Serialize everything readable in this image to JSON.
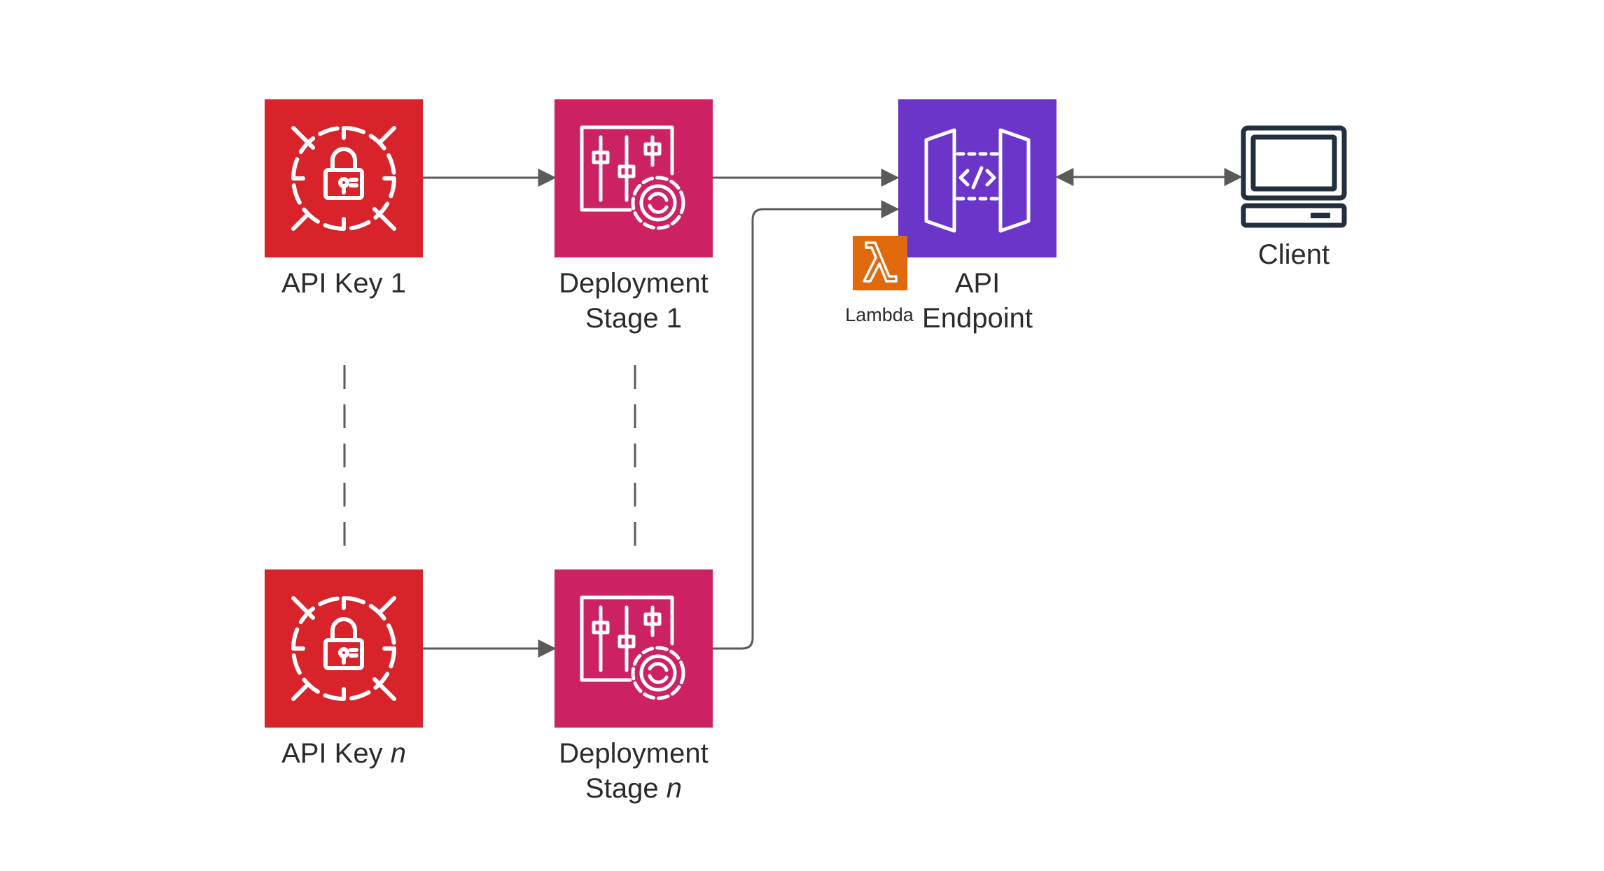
{
  "nodes": {
    "api_key_1": {
      "label_main": "API Key 1",
      "icon": "key-lock-icon",
      "color": "#d8232a"
    },
    "api_key_n": {
      "label_main": "API Key ",
      "label_italic": "n",
      "icon": "key-lock-icon",
      "color": "#d8232a"
    },
    "stage_1": {
      "label_line1": "Deployment",
      "label_line2": "Stage 1",
      "icon": "deployment-settings-icon",
      "color": "#cc2264"
    },
    "stage_n": {
      "label_line1": "Deployment",
      "label_line2_main": "Stage ",
      "label_line2_italic": "n",
      "icon": "deployment-settings-icon",
      "color": "#cc2264"
    },
    "api_endpoint": {
      "label_line1": "API",
      "label_line2": "Endpoint",
      "icon": "api-gateway-icon",
      "color": "#6a35c8"
    },
    "lambda": {
      "label": "Lambda",
      "icon": "lambda-icon",
      "color": "#e0690c"
    },
    "client": {
      "label": "Client",
      "icon": "computer-icon",
      "color": "#232f3e"
    }
  },
  "colors": {
    "edge": "#5a5a5a",
    "text": "#2b2b2b"
  }
}
